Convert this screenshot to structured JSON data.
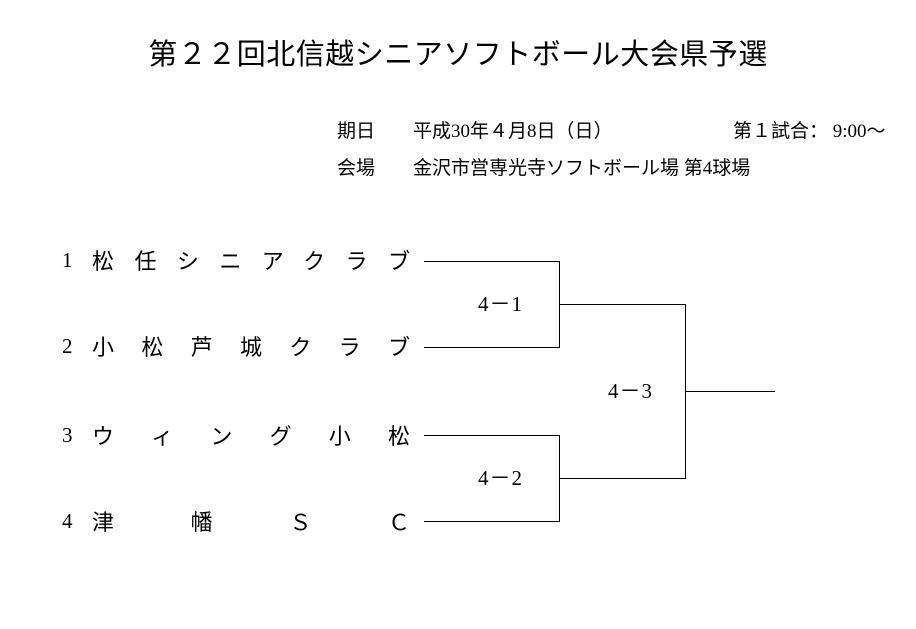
{
  "document": {
    "title": "第２２回北信越シニアソフトボール大会県予選"
  },
  "header": {
    "date_label": "期日",
    "date_value": "平成30年４月8日（日）",
    "date_line": "期日　　平成30年４月8日（日）",
    "venue_label": "会場",
    "venue_value": "金沢市営専光寺ソフトボール場 第4球場",
    "venue_line": "会場　　金沢市営専光寺ソフトボール場 第4球場",
    "first_match_time": "第１試合： 9:00〜"
  },
  "bracket": {
    "type": "single-elimination",
    "teams": [
      {
        "seed": "1",
        "name": "松任シニアクラブ"
      },
      {
        "seed": "2",
        "name": "小松芦城クラブ"
      },
      {
        "seed": "3",
        "name": "ウィング小松"
      },
      {
        "seed": "4",
        "name": "津幡ＳＣ"
      }
    ],
    "matches": [
      {
        "id": "semifinal-1",
        "label": "4－1",
        "participants": [
          "1",
          "2"
        ]
      },
      {
        "id": "semifinal-2",
        "label": "4－2",
        "participants": [
          "3",
          "4"
        ]
      },
      {
        "id": "final",
        "label": "4－3",
        "participants": [
          "semifinal-1",
          "semifinal-2"
        ]
      }
    ]
  },
  "colors": {
    "ink": "#000000",
    "paper": "#ffffff"
  }
}
